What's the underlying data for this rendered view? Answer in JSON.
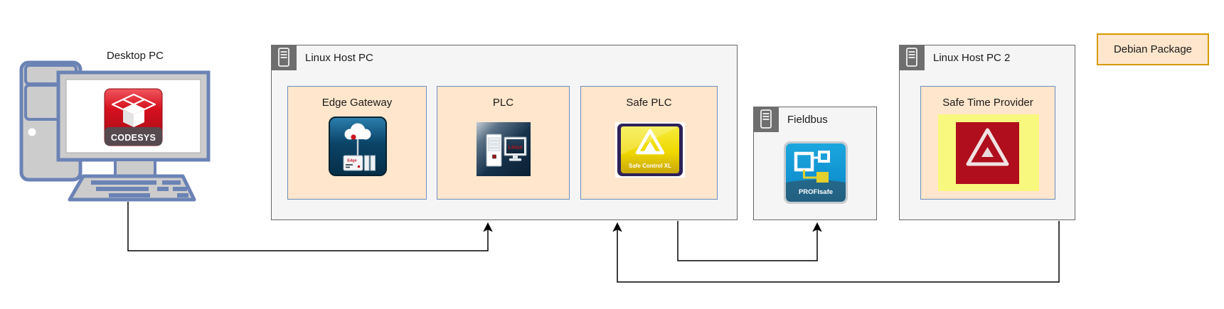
{
  "colors": {
    "node_fill": "#FFE6CC",
    "node_border": "#6C8EBF",
    "container_fill": "#F5F5F5",
    "container_border": "#666666",
    "badge_fill": "#6E6E6E",
    "debian_border": "#D79B00",
    "desktop_blue": "#6B83B5",
    "arrow": "#000000"
  },
  "nodes": {
    "desktop_pc": {
      "label": "Desktop PC",
      "screen_logo_text": "CODESYS"
    },
    "linux_host_pc": {
      "title": "Linux Host PC",
      "children": [
        {
          "label": "Edge Gateway",
          "icon_text": "Edge"
        },
        {
          "label": "PLC",
          "icon_text": "Linux"
        },
        {
          "label": "Safe PLC",
          "icon_text": "Safe Control XL"
        }
      ]
    },
    "fieldbus": {
      "title": "Fieldbus",
      "icon_text": "PROFIsafe"
    },
    "linux_host_pc_2": {
      "title": "Linux Host PC 2",
      "children": [
        {
          "label": "Safe Time Provider"
        }
      ]
    },
    "debian_package": {
      "label": "Debian Package"
    },
    "edges": [
      {
        "from": "desktop_pc",
        "to": "linux_host_pc (PLC)"
      },
      {
        "from": "linux_host_pc_2",
        "to": "linux_host_pc (Safe PLC)"
      },
      {
        "from": "linux_host_pc (Safe PLC)",
        "to": "fieldbus"
      }
    ]
  }
}
